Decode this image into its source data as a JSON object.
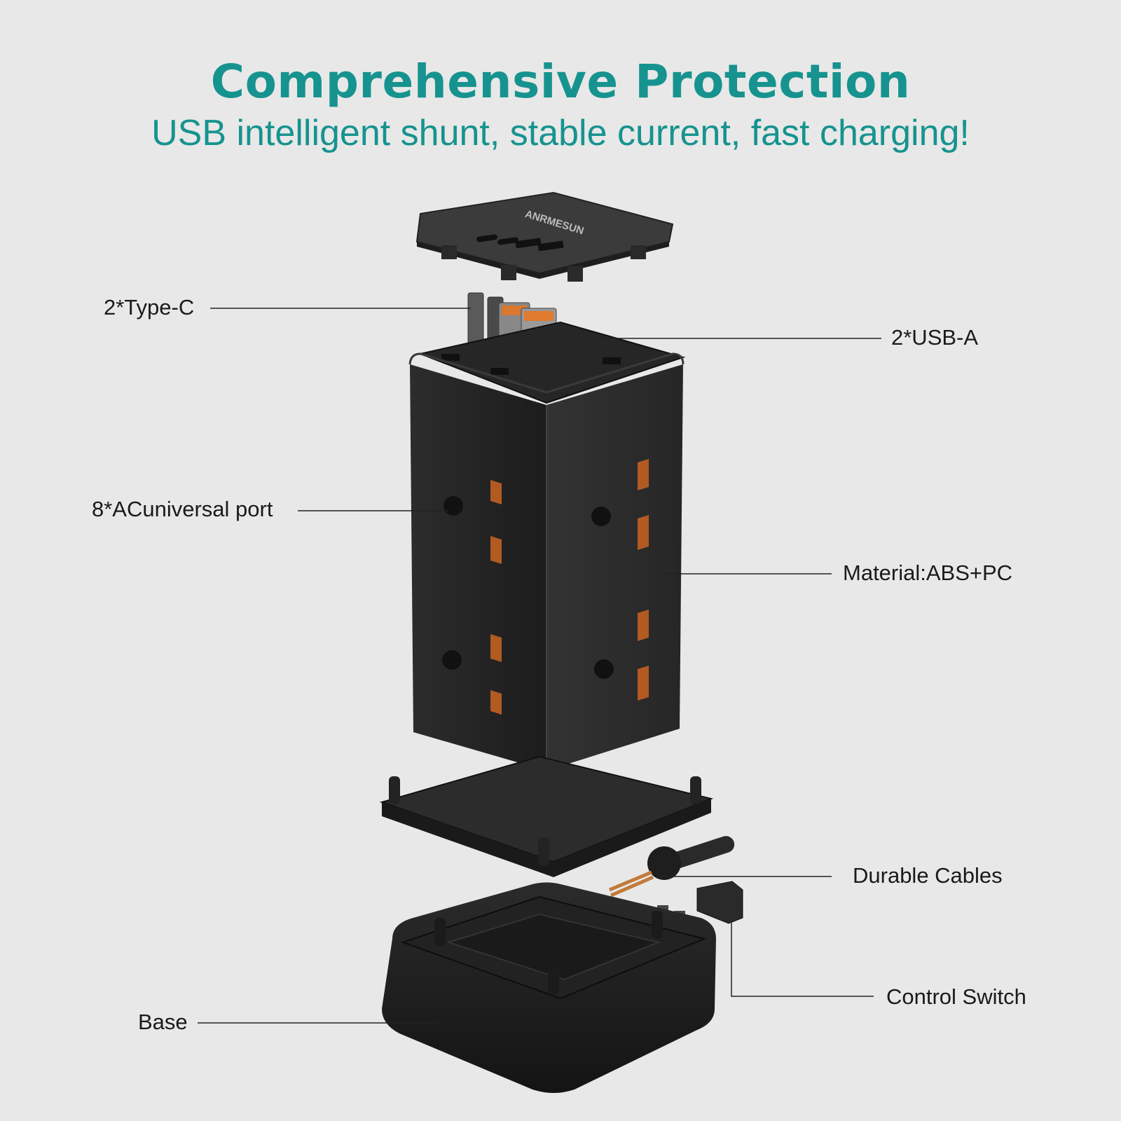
{
  "header": {
    "title": "Comprehensive Protection",
    "subtitle": "USB intelligent shunt, stable current, fast charging!"
  },
  "brand": {
    "top_cover_logo": "ANRMESUN"
  },
  "callouts": {
    "type_c": "2*Type-C",
    "usb_a": "2*USB-A",
    "ac_port": "8*ACuniversal port",
    "material": "Material:ABS+PC",
    "cables": "Durable Cables",
    "switch": "Control Switch",
    "base": "Base"
  },
  "colors": {
    "accent": "#16938f",
    "background": "#e8e8e8",
    "body": "#2a2a2a",
    "socket": "#b25a22"
  }
}
